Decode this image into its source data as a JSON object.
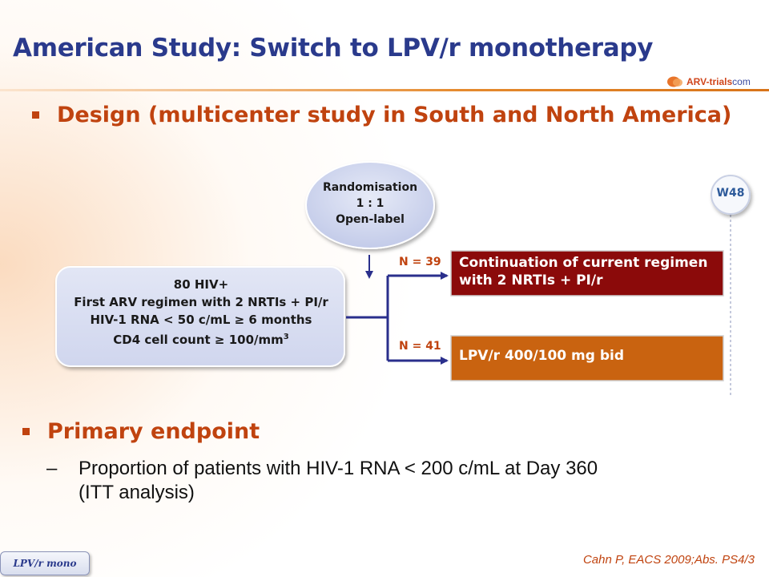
{
  "slide": {
    "title": "American Study: Switch to LPV/r monotherapy",
    "logo": {
      "brand": "ARV-trials",
      "suffix": "com"
    },
    "bullets": {
      "design": "Design (multicenter study in South and North America)",
      "primary": "Primary endpoint"
    },
    "sub_bullet": {
      "dash": "–",
      "line1": "Proportion of patients with HIV-1 RNA < 200 c/mL at Day 360",
      "line2": "(ITT analysis)"
    },
    "diagram": {
      "randomisation": {
        "line1": "Randomisation",
        "line2": "1 : 1",
        "line3": "Open-label"
      },
      "population": {
        "line1": "80 HIV+",
        "line2": "First ARV regimen with 2 NRTIs + PI/r",
        "line3": "HIV-1 RNA < 50 c/mL ≥ 6 months",
        "line4_main": "CD4 cell count  ≥ 100/mm",
        "line4_sup": "3"
      },
      "milestone": "W48",
      "arms": [
        {
          "n": "N = 39",
          "line1": "Continuation of current regimen",
          "line2": "with 2 NRTIs + PI/r",
          "color": "#8b0a0a"
        },
        {
          "n": "N = 41",
          "line1": "LPV/r 400/100 mg bid",
          "color": "#c96310"
        }
      ]
    },
    "footer": {
      "tag": "LPV/r mono",
      "citation": "Cahn P, EACS 2009;Abs. PS4/3"
    },
    "colors": {
      "title": "#2a3a8c",
      "accent": "#c0430f",
      "connector": "#2a2f8c"
    }
  }
}
